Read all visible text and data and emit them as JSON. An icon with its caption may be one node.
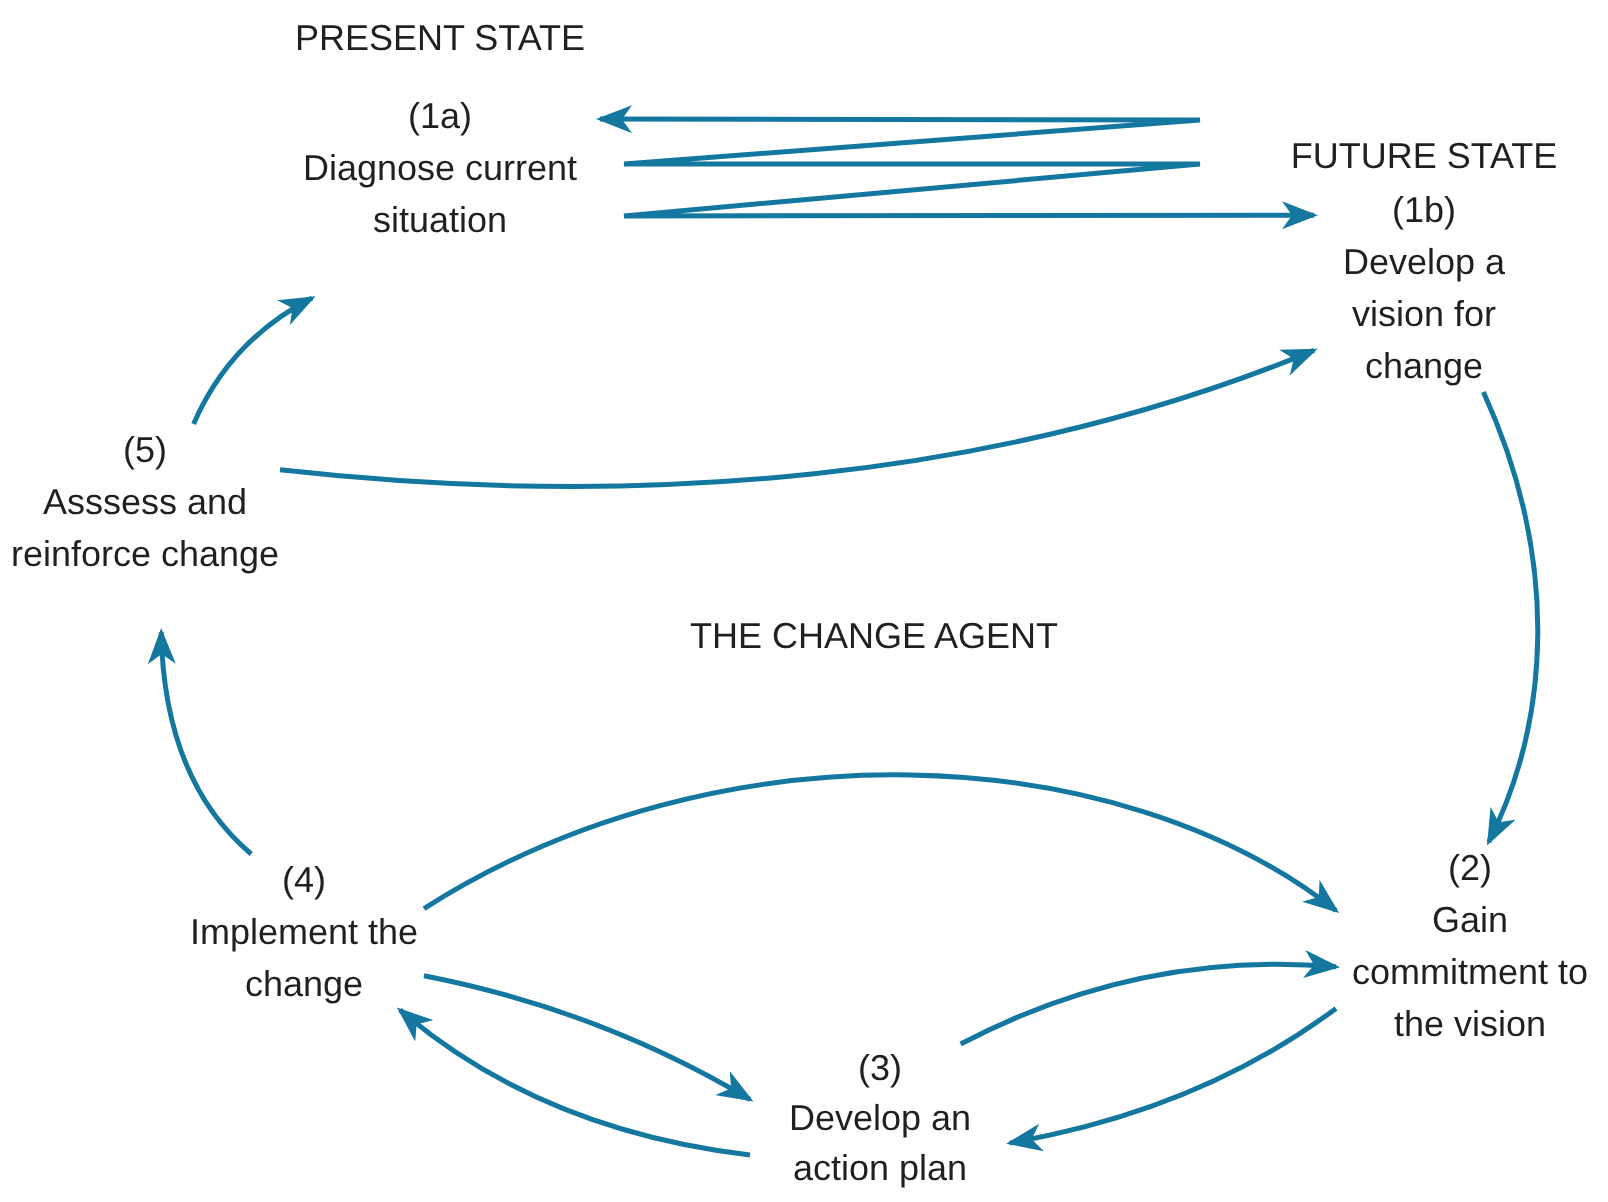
{
  "diagram": {
    "nodes": [
      {
        "text": [
          "(1a)",
          "Diagnose current situation"
        ]
      },
      {
        "text": [
          "(1b)",
          "Develop a vision for change"
        ]
      },
      {
        "text": [
          "(5)",
          "Asssess and reinforce change"
        ]
      },
      {
        "text": [
          "(2)",
          "Gain commitment to the vision"
        ]
      },
      {
        "text": [
          "(4)",
          "Implement the change"
        ]
      },
      {
        "text": [
          "(3)",
          "Develop an action plan"
        ]
      }
    ],
    "edges": [
      {
        "from": 0,
        "to": 1,
        "arrow": "both"
      },
      {
        "from": 1,
        "to": 3,
        "arrow": "to"
      },
      {
        "from": 3,
        "to": 5,
        "arrow": "to"
      },
      {
        "from": 5,
        "to": 3,
        "arrow": "to"
      },
      {
        "from": 4,
        "to": 5,
        "arrow": "to"
      },
      {
        "from": 5,
        "to": 4,
        "arrow": "to"
      },
      {
        "from": 4,
        "to": 3,
        "arrow": "to"
      },
      {
        "from": 4,
        "to": 2,
        "arrow": "to"
      },
      {
        "from": 2,
        "to": 0,
        "arrow": "to"
      },
      {
        "from": 2,
        "to": 1,
        "arrow": "to"
      }
    ],
    "labels": [
      "PRESENT STATE",
      "FUTURE STATE",
      "THE CHANGE AGENT"
    ]
  }
}
